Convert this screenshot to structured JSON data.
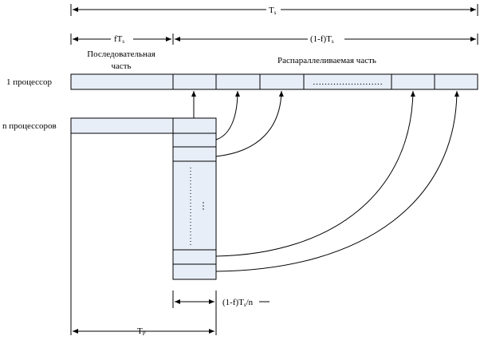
{
  "labels": {
    "ts_main": "T",
    "ts_main_sub": "s",
    "fts_main": "fT",
    "fts_sub": "s",
    "rest_pre": "(1-f)T",
    "rest_sub": "s",
    "seq_line1": "Последовательная",
    "seq_line2": "часть",
    "par_label": "Распараллеливаемая часть",
    "proc1": "1 процессор",
    "procn": "n процессоров",
    "dots_row": "……………………",
    "dim_pre": "(1-f)T",
    "dim_sub": "s",
    "dim_post": "/n",
    "tp_main": "T",
    "tp_sub": "P"
  }
}
